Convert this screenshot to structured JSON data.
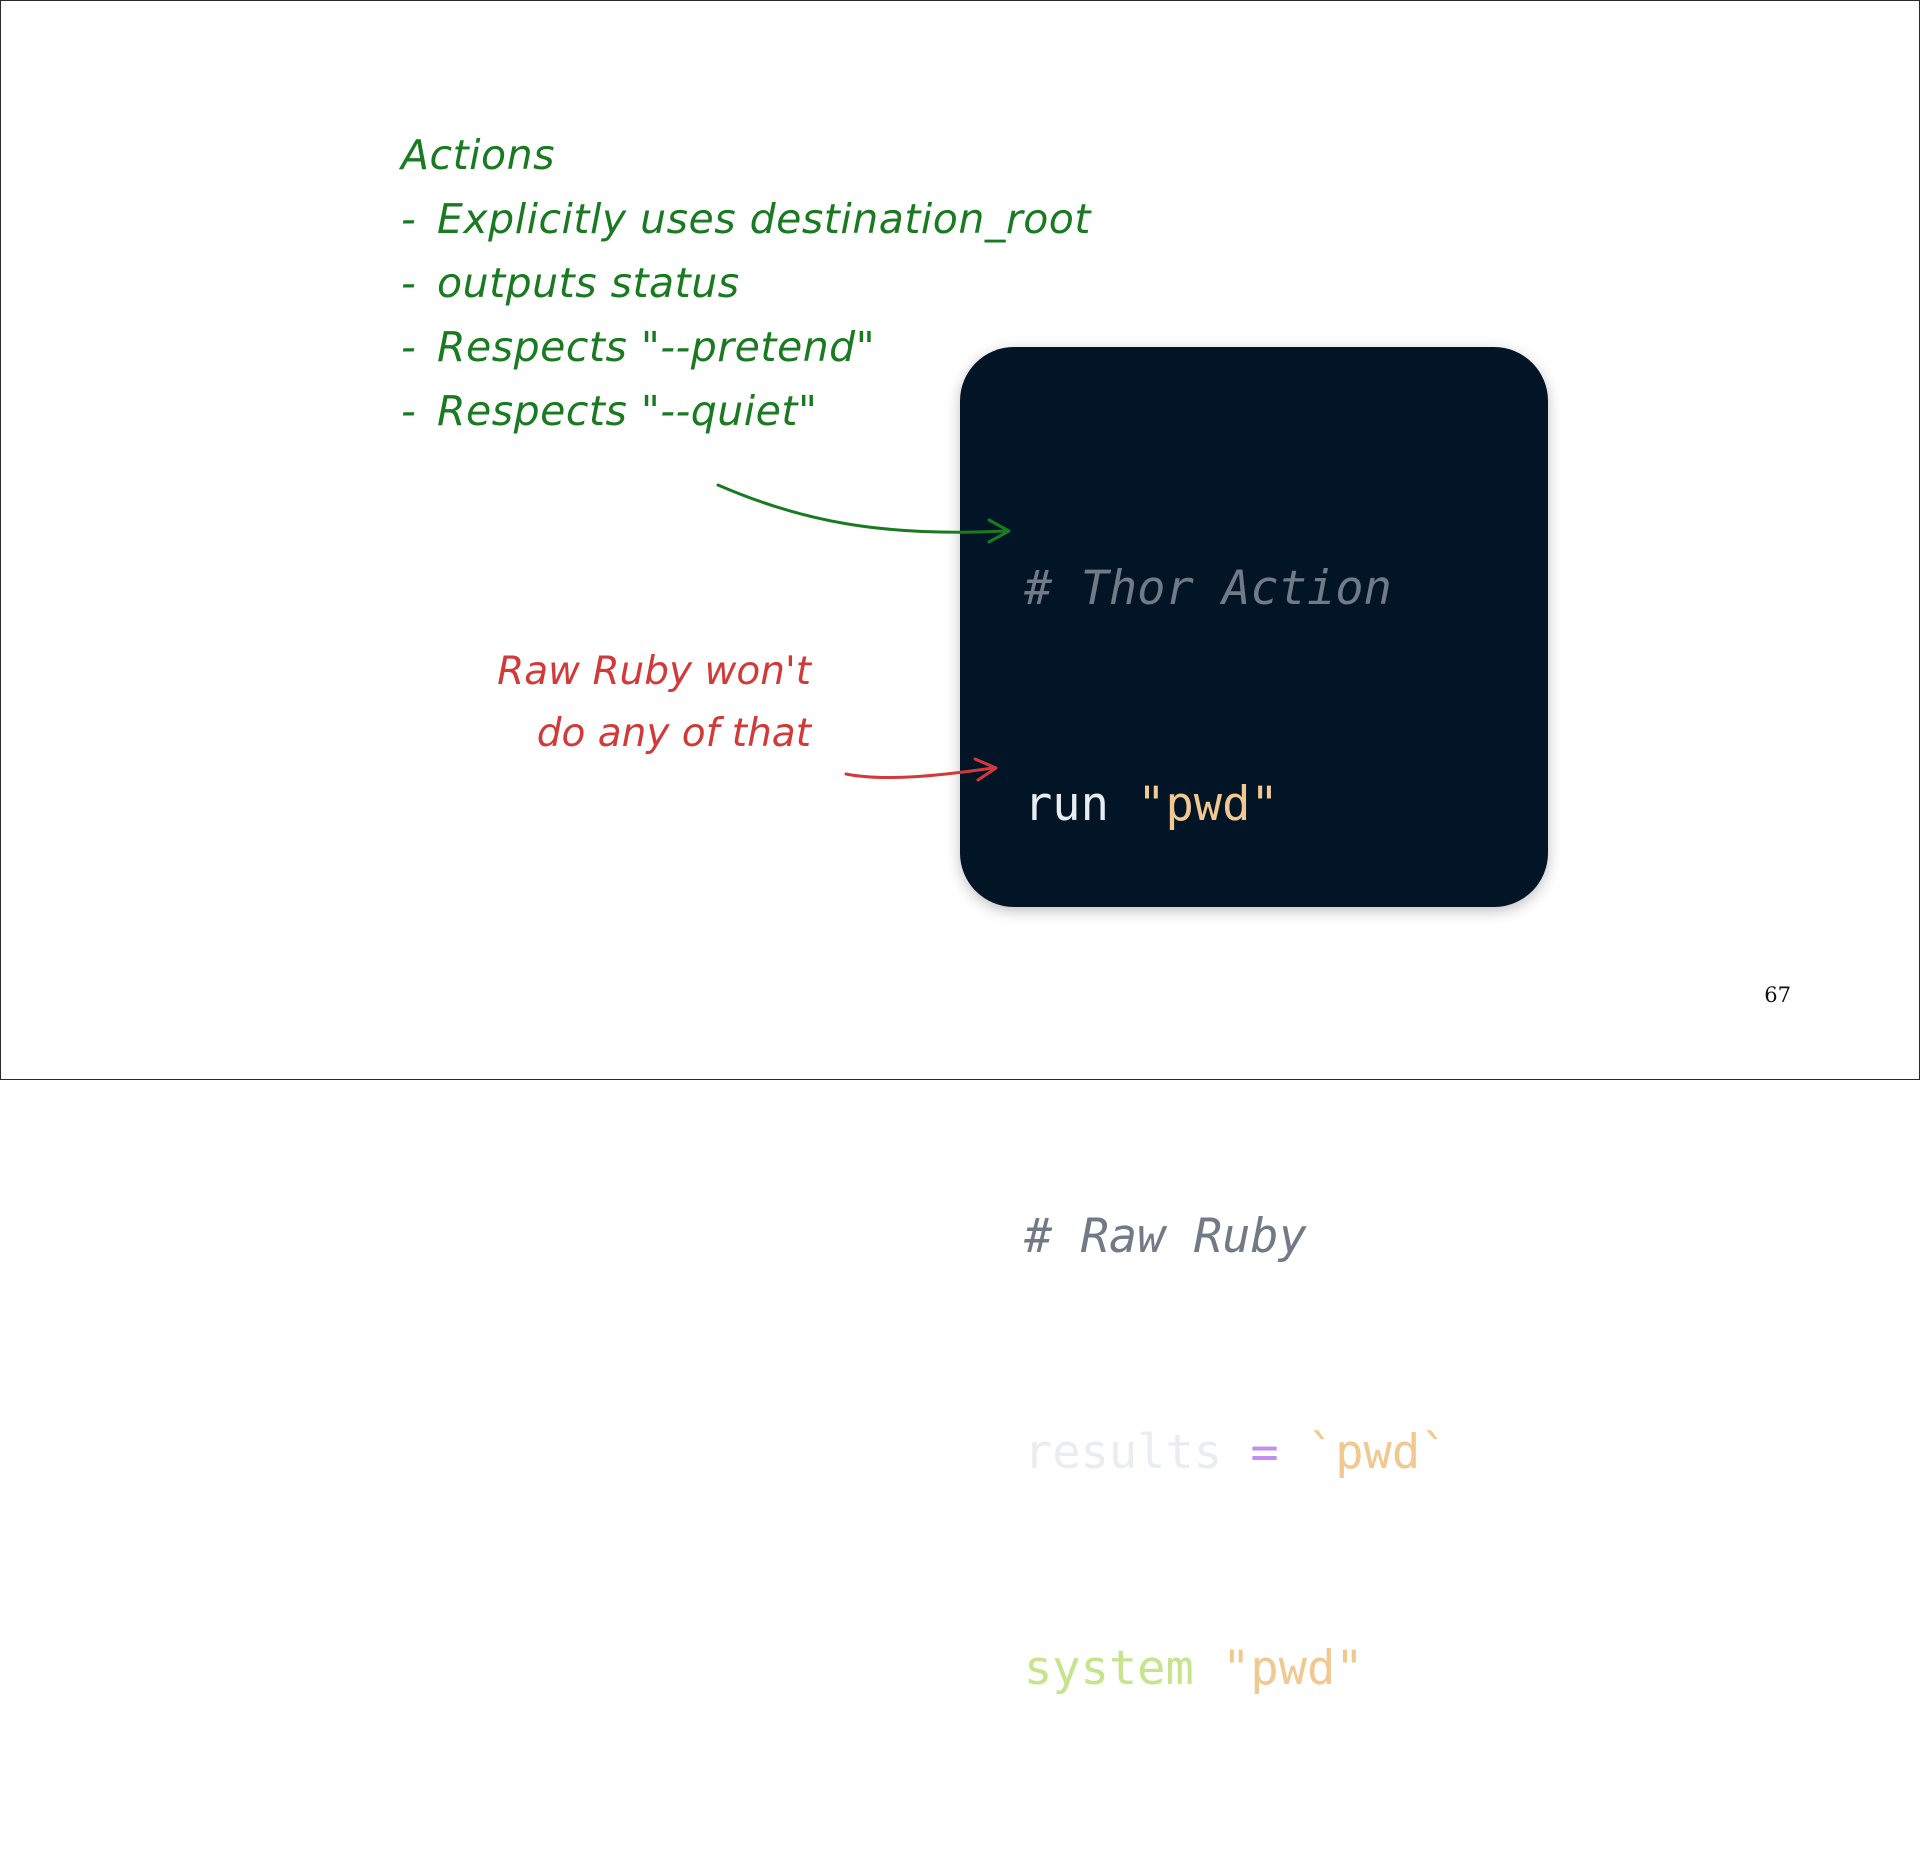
{
  "notes": {
    "title": "Actions",
    "items": [
      "Explicitly uses destination_root",
      "outputs status",
      "Respects \"--pretend\"",
      "Respects \"--quiet\""
    ],
    "dash": "-",
    "color": "#1a7a22"
  },
  "red_note": {
    "line1": "Raw Ruby won't",
    "line2": "do any of that",
    "color": "#d23a3a"
  },
  "code": {
    "comment1": "# Thor Action",
    "line1_cmd": "run",
    "line1_str": "\"pwd\"",
    "comment2": "# Raw Ruby",
    "line2_var": "results",
    "line2_op": "=",
    "line2_str": "`pwd`",
    "line3_cmd": "system",
    "line3_str": "\"pwd\"",
    "background": "#021527"
  },
  "page_number": "67"
}
